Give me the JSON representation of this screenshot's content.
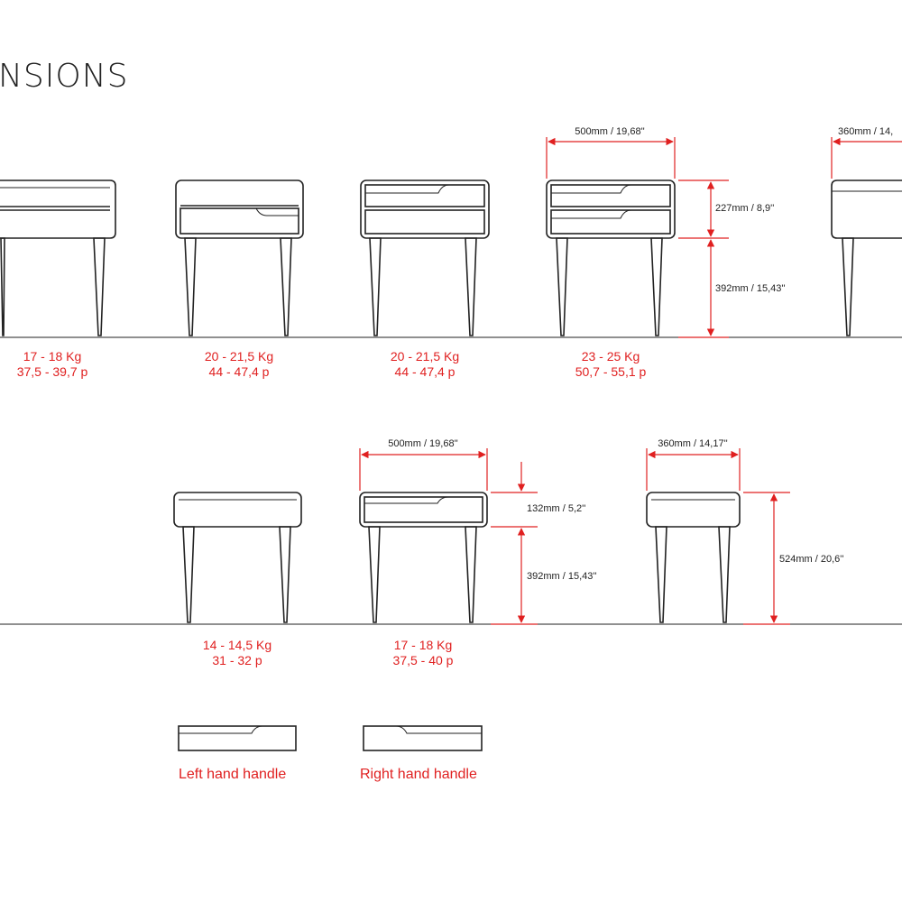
{
  "title": "NSIONS",
  "colors": {
    "outline": "#222222",
    "dimension": "#e02020",
    "text": "#222222"
  },
  "units": [
    {
      "id": "top-1",
      "weight_kg": "17 - 18 Kg",
      "weight_lb": "37,5 - 39,7 p"
    },
    {
      "id": "top-2",
      "weight_kg": "20 - 21,5 Kg",
      "weight_lb": "44 - 47,4 p"
    },
    {
      "id": "top-3",
      "weight_kg": "20 - 21,5 Kg",
      "weight_lb": "44 - 47,4 p"
    },
    {
      "id": "top-4",
      "weight_kg": "23 - 25 Kg",
      "weight_lb": "50,7 - 55,1 p"
    },
    {
      "id": "bottom-1",
      "weight_kg": "14 - 14,5 Kg",
      "weight_lb": "31 - 32 p"
    },
    {
      "id": "bottom-2",
      "weight_kg": "17 - 18 Kg",
      "weight_lb": "37,5 - 40 p"
    }
  ],
  "dimensions": {
    "top_width_wide": "500mm / 19,68''",
    "top_width_narrow": "360mm / 14,",
    "top_drawer_height": "227mm / 8,9''",
    "top_leg_height": "392mm / 15,43''",
    "bottom_width_wide": "500mm / 19,68''",
    "bottom_width_narrow": "360mm / 14,17''",
    "bottom_drawer_height": "132mm / 5,2''",
    "bottom_leg_height": "392mm / 15,43''",
    "bottom_total_height": "524mm / 20,6''"
  },
  "handles": {
    "left": "Left hand handle",
    "right": "Right hand handle"
  }
}
